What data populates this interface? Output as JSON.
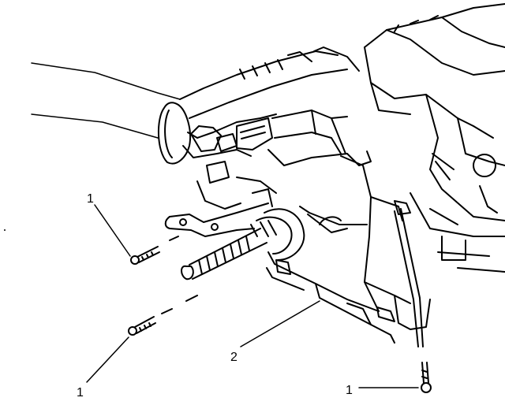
{
  "callouts": {
    "bolt_upper_left": "1",
    "bolt_lower_left": "1",
    "bolt_lower_right": "1",
    "bracket": "2"
  },
  "colors": {
    "ink": "#000000",
    "paper": "#ffffff"
  }
}
